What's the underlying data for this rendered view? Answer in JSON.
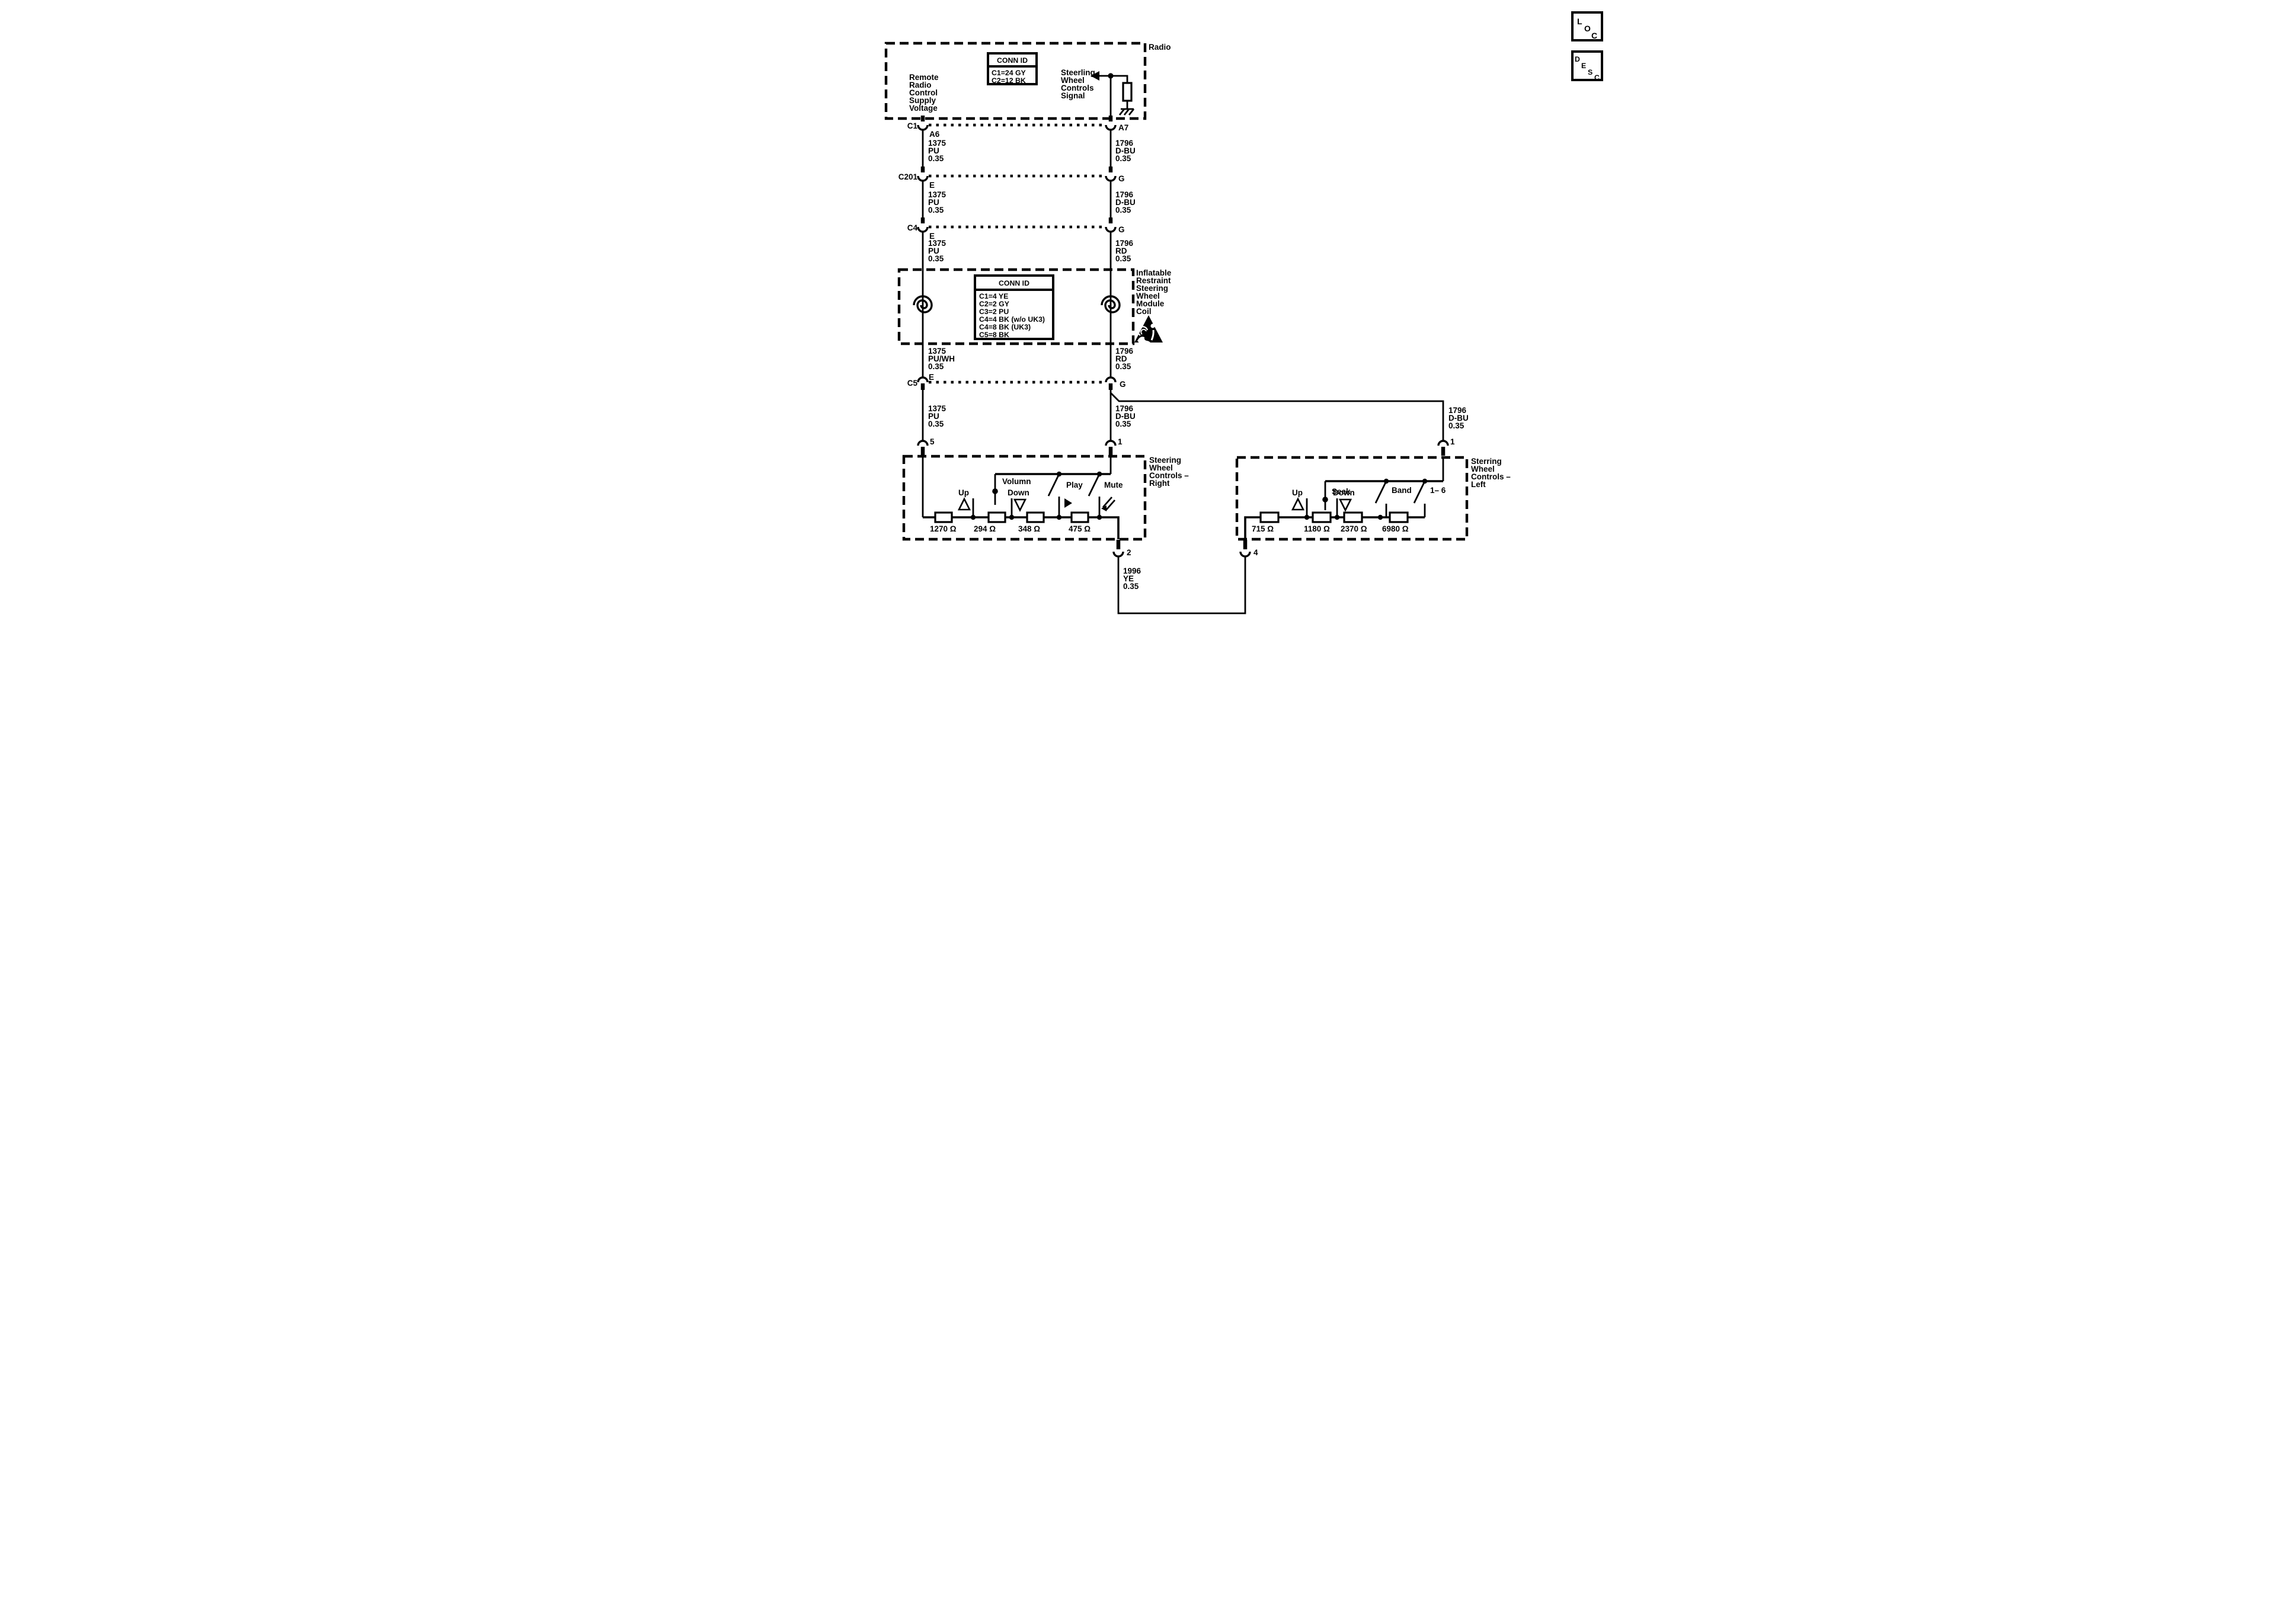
{
  "corner": {
    "loc": [
      "L",
      "O",
      "C"
    ],
    "desc": [
      "D",
      "E",
      "S",
      "C"
    ]
  },
  "radio": {
    "label": "Radio",
    "conn_id": {
      "title": "CONN ID",
      "rows": [
        "C1=24 GY",
        "C2=12 BK"
      ]
    },
    "supply_label": [
      "Remote",
      "Radio",
      "Control",
      "Supply",
      "Voltage"
    ],
    "signal_label": [
      "Steerling",
      "Wheel",
      "Controls",
      "Signal"
    ]
  },
  "connector_rows": [
    {
      "name": "C1",
      "left_pin": "A6",
      "right_pin": "A7"
    },
    {
      "name": "C201",
      "left_pin": "E",
      "right_pin": "G"
    },
    {
      "name": "C4",
      "left_pin": "E",
      "right_pin": "G"
    },
    {
      "name": "C5",
      "left_pin": "E",
      "right_pin": "G"
    }
  ],
  "wire_labels": {
    "seg1_left": [
      "1375",
      "PU",
      "0.35"
    ],
    "seg1_right": [
      "1796",
      "D-BU",
      "0.35"
    ],
    "seg2_left": [
      "1375",
      "PU",
      "0.35"
    ],
    "seg2_right": [
      "1796",
      "D-BU",
      "0.35"
    ],
    "seg3_left": [
      "1375",
      "PU",
      "0.35"
    ],
    "seg3_right": [
      "1796",
      "RD",
      "0.35"
    ],
    "seg4_left": [
      "1375",
      "PU/WH",
      "0.35"
    ],
    "seg4_right": [
      "1796",
      "RD",
      "0.35"
    ],
    "seg5_left": [
      "1375",
      "PU",
      "0.35"
    ],
    "seg5_mid": [
      "1796",
      "D-BU",
      "0.35"
    ],
    "seg5_right": [
      "1796",
      "D-BU",
      "0.35"
    ],
    "bottom": [
      "1996",
      "YE",
      "0.35"
    ]
  },
  "coil": {
    "label": [
      "Inflatable",
      "Restraint",
      "Steering",
      "Wheel",
      "Module",
      "Coil"
    ],
    "conn_id": {
      "title": "CONN ID",
      "rows": [
        "C1=4 YE",
        "C2=2 GY",
        "C3=2 PU",
        "C4=4 BK (w/o UK3)",
        "C4=8 BK (UK3)",
        "C5=8 BK"
      ]
    }
  },
  "right_box": {
    "title": [
      "Steering",
      "Wheel",
      "Controls –",
      "Right"
    ],
    "pin_top_left": "5",
    "pin_top_right": "1",
    "pin_bottom": "2",
    "controls": {
      "volume": "Volumn",
      "up": "Up",
      "down": "Down",
      "play": "Play",
      "mute": "Mute"
    },
    "resistors": [
      "1270 Ω",
      "294 Ω",
      "348 Ω",
      "475 Ω"
    ]
  },
  "left_box": {
    "title": [
      "Sterring",
      "Wheel",
      "Controls –",
      "Left"
    ],
    "pin_top": "1",
    "pin_bottom": "4",
    "controls": {
      "seek": "Seek",
      "up": "Up",
      "down": "Down",
      "band": "Band",
      "preset": "1– 6"
    },
    "resistors": [
      "715 Ω",
      "1180 Ω",
      "2370 Ω",
      "6980 Ω"
    ]
  }
}
